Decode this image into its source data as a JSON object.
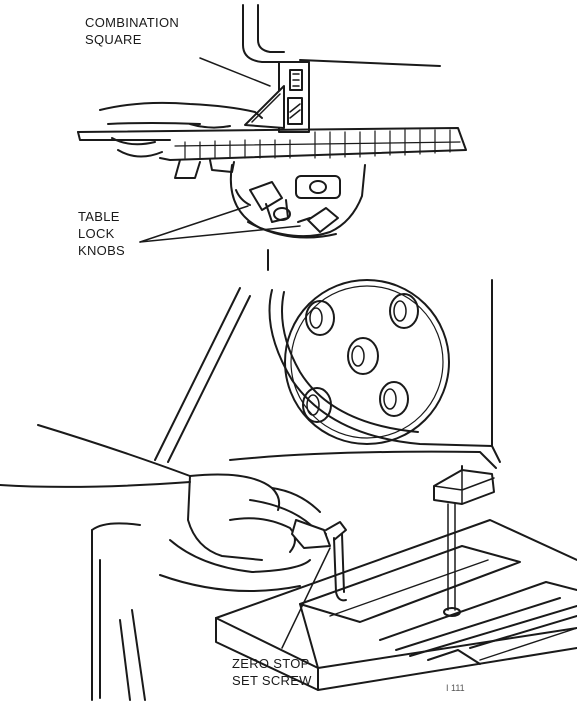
{
  "callouts": {
    "combination_square": [
      "COMBINATION",
      "SQUARE"
    ],
    "table_lock_knobs": [
      "TABLE",
      "LOCK",
      "KNOBS"
    ],
    "zero_stop_set_screw": [
      "ZERO STOP",
      "SET SCREW"
    ]
  },
  "figure_mark": "I 111"
}
